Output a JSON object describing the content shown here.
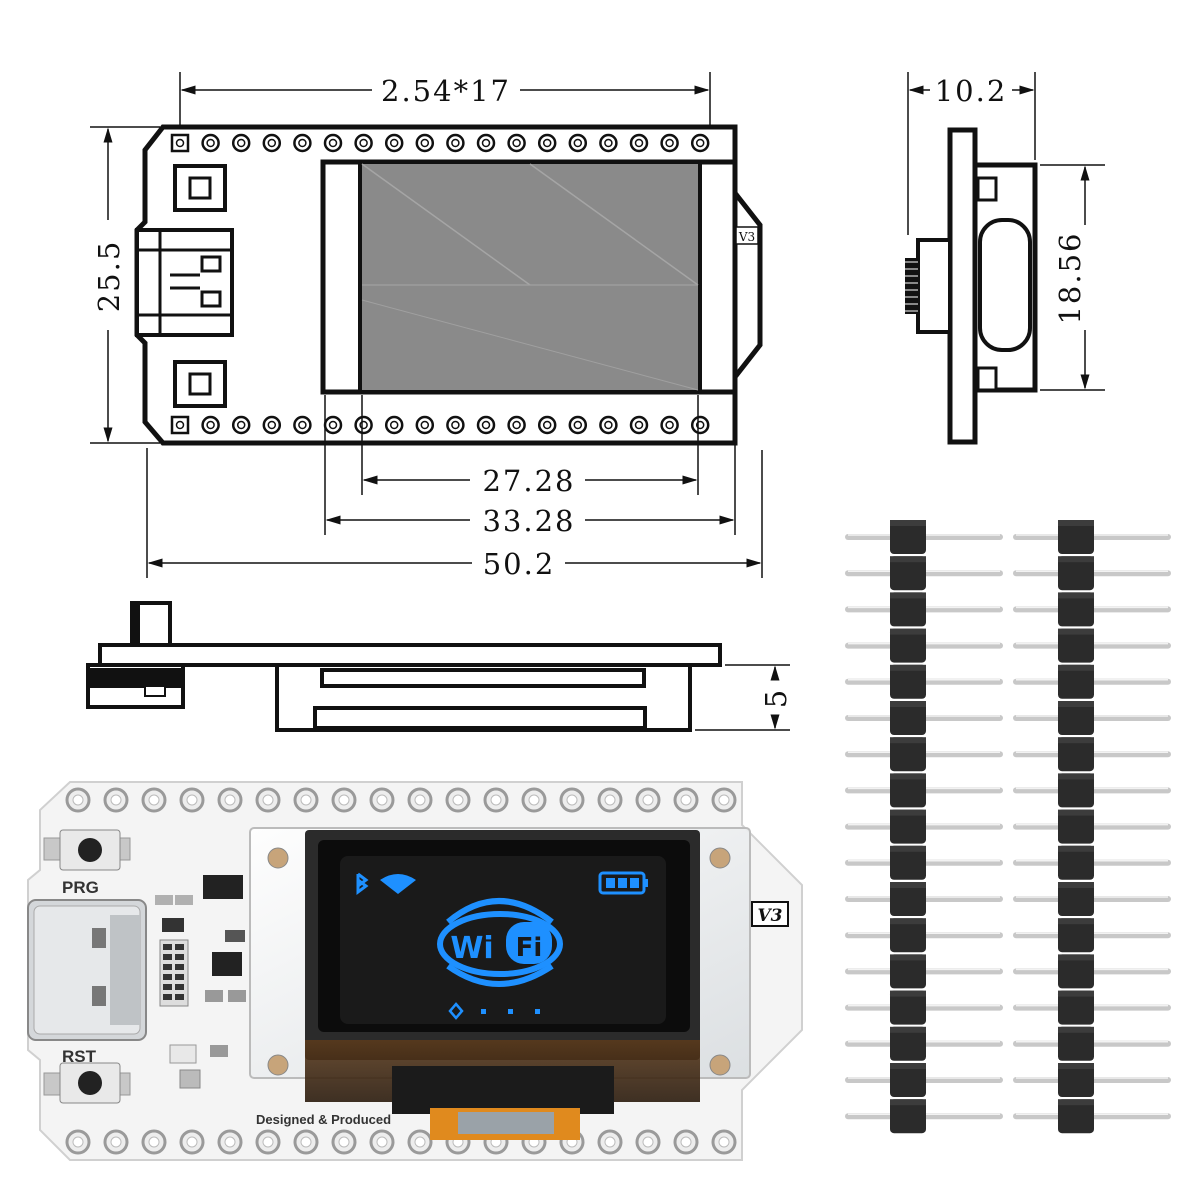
{
  "dimensions": {
    "pin_pitch": "2.54*17",
    "side_thickness": "10.2",
    "board_width": "25.5",
    "side_height": "18.56",
    "display_inner": "27.28",
    "display_outer": "33.28",
    "board_length": "50.2",
    "profile_height": "5"
  },
  "labels": {
    "version": "V3",
    "version_photo": "V3",
    "prg": "PRG",
    "rst": "RST",
    "designed": "Designed & Produced",
    "wifi_w": "Wi",
    "wifi_fi": "Fi"
  },
  "headers": {
    "count": 2,
    "pins_per_header": 17
  },
  "colors": {
    "line": "#111111",
    "oled_screen": "#8a8a8a",
    "oled_blue": "#1e90ff",
    "header_plastic": "#2b2b2b",
    "pin_metal": "#c8c8c8",
    "flex_orange": "#e08a1e"
  },
  "icons": [
    "bluetooth-icon",
    "wifi-signal-icon",
    "battery-icon",
    "wifi-logo-icon"
  ]
}
